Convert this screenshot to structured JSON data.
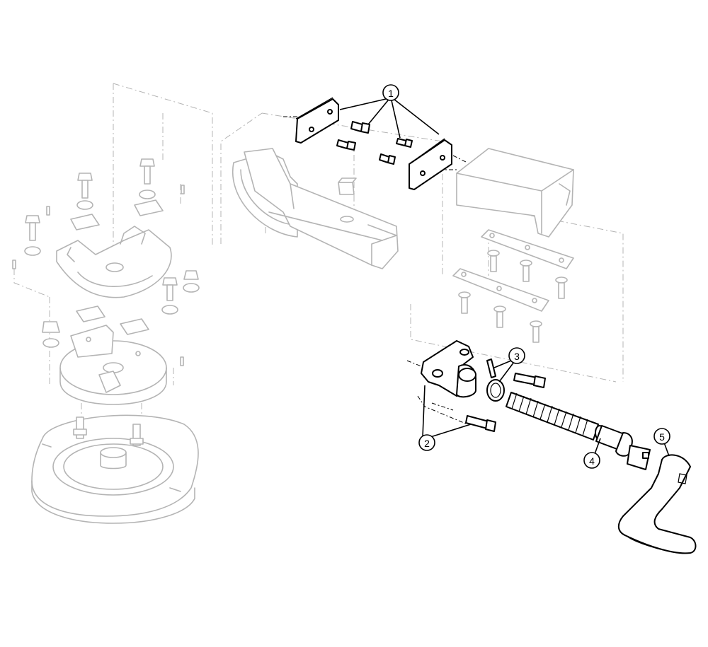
{
  "diagram": {
    "callouts": [
      {
        "id": "1",
        "label": "1"
      },
      {
        "id": "2",
        "label": "2"
      },
      {
        "id": "3",
        "label": "3"
      },
      {
        "id": "4",
        "label": "4"
      },
      {
        "id": "5",
        "label": "5"
      }
    ],
    "colors": {
      "highlight": "#000000",
      "faded": "#b4b4b4",
      "background": "#ffffff"
    }
  }
}
